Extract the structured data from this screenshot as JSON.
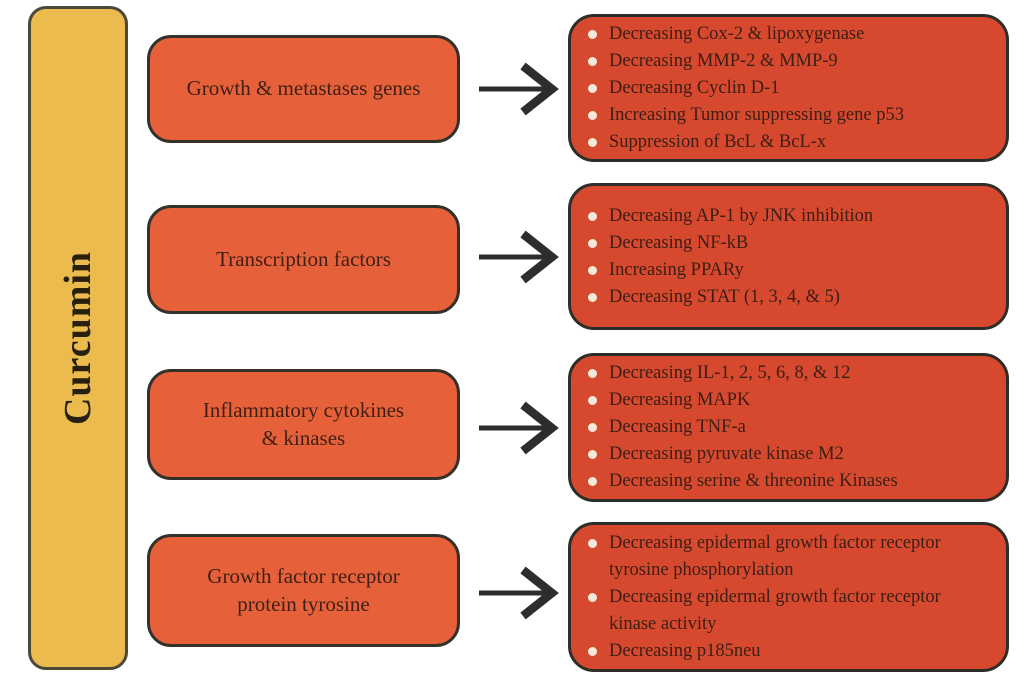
{
  "source": {
    "label": "Curcumin"
  },
  "colors": {
    "source_fill": "#ECBB4D",
    "category_fill": "#E6613A",
    "effects_fill": "#D6492F",
    "outline": "#2f2d27",
    "bullet": "#F4EADA",
    "arrow": "#2e2d2b"
  },
  "rows": [
    {
      "category": {
        "line1": "Growth & metastases genes",
        "line2": ""
      },
      "effects": [
        "Decreasing Cox-2 & lipoxygenase",
        "Decreasing MMP-2 & MMP-9",
        "Decreasing Cyclin D-1",
        "Increasing Tumor suppressing gene p53",
        "Suppression of BcL & BcL-x"
      ]
    },
    {
      "category": {
        "line1": "Transcription factors",
        "line2": ""
      },
      "effects": [
        "Decreasing AP-1 by JNK inhibition",
        "Decreasing NF-kB",
        "Increasing PPARy",
        "Decreasing STAT (1, 3, 4, & 5)"
      ]
    },
    {
      "category": {
        "line1": "Inflammatory cytokines",
        "line2": "& kinases"
      },
      "effects": [
        "Decreasing IL-1, 2, 5, 6, 8, & 12",
        "Decreasing MAPK",
        "Decreasing TNF-a",
        "Decreasing pyruvate  kinase M2",
        "Decreasing serine & threonine Kinases"
      ]
    },
    {
      "category": {
        "line1": "Growth factor receptor",
        "line2": "protein tyrosine"
      },
      "effects": [
        "Decreasing epidermal growth factor receptor tyrosine phosphorylation",
        "Decreasing epidermal growth factor receptor kinase activity",
        "Decreasing p185neu"
      ]
    }
  ]
}
